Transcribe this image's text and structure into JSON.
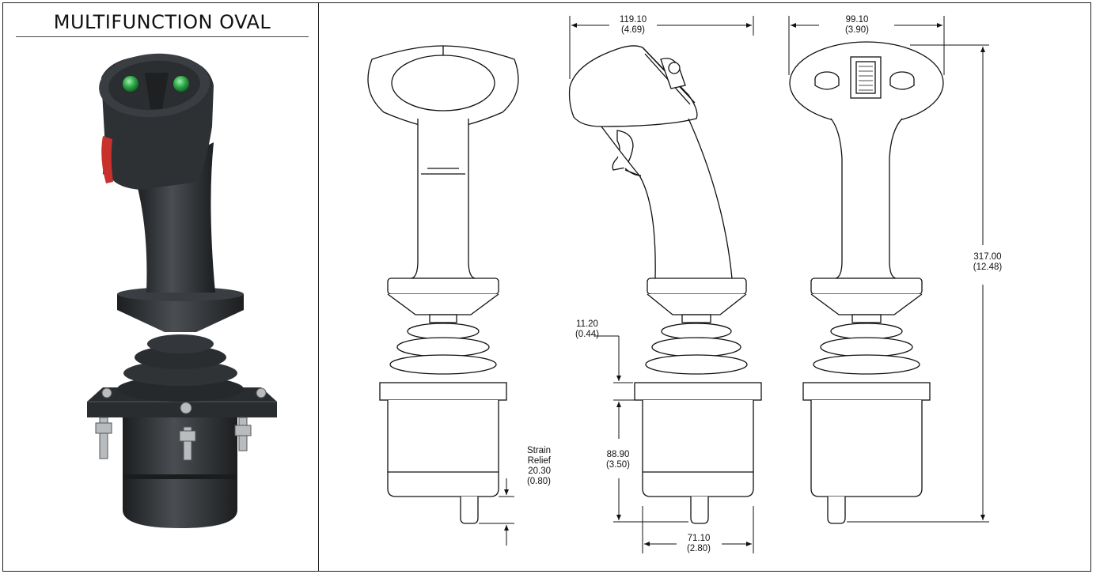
{
  "title": "MULTIFUNCTION OVAL",
  "dimensions": {
    "side_width_mm": "119.10",
    "side_width_in": "(4.69)",
    "front_width_mm": "99.10",
    "front_width_in": "(3.90)",
    "height_mm": "317.00",
    "height_in": "(12.48)",
    "flange_mm": "11.20",
    "flange_in": "(0.44)",
    "body_mm": "88.90",
    "body_in": "(3.50)",
    "base_mm": "71.10",
    "base_in": "(2.80)",
    "strain_label_1": "Strain",
    "strain_label_2": "Relief",
    "strain_mm": "20.30",
    "strain_in": "(0.80)"
  },
  "colors": {
    "button_green": "#2faa4a",
    "trigger_red": "#c8312c",
    "body_dark": "#2e3134",
    "line": "#111111"
  }
}
